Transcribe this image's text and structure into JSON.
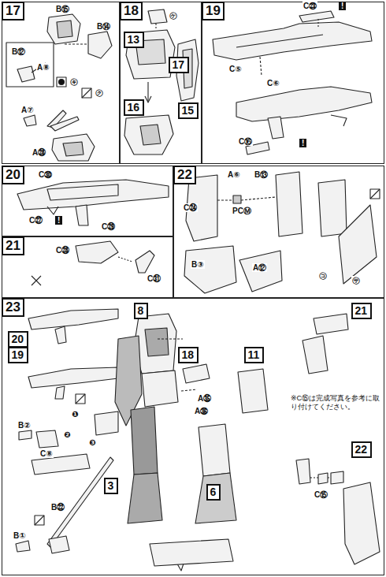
{
  "diagram": {
    "nodes": [
      {
        "text": [
          "17"
        ]
      },
      {
        "text": [
          "18"
        ]
      },
      {
        "text": [
          "13"
        ],
        "in": 1
      },
      {
        "text": [
          "17"
        ],
        "in": 1
      },
      {
        "text": [
          "16"
        ],
        "in": 1
      },
      {
        "text": [
          "15"
        ],
        "in": 1
      },
      {
        "text": [
          "19"
        ]
      },
      {
        "text": [
          "20"
        ]
      },
      {
        "text": [
          "22"
        ]
      },
      {
        "text": [
          "21"
        ]
      },
      {
        "text": [
          "23"
        ]
      },
      {
        "text": [
          "20"
        ],
        "in": 10
      },
      {
        "text": [
          "19"
        ],
        "in": 10
      },
      {
        "text": [
          "8"
        ],
        "in": 10
      },
      {
        "text": [
          "18"
        ],
        "in": 10
      },
      {
        "text": [
          "11"
        ],
        "in": 10
      },
      {
        "text": [
          "3"
        ],
        "in": 10
      },
      {
        "text": [
          "6"
        ],
        "in": 10
      },
      {
        "text": [
          "21"
        ],
        "in": 10
      },
      {
        "text": [
          "22"
        ],
        "in": 10
      }
    ],
    "labels": [
      "B⑮",
      "B⑭",
      "B⑫",
      "A⑧",
      "㋖",
      "A⑦",
      "A㉘",
      "㋗",
      "㋘",
      "C㉓",
      "!",
      "C⑤",
      "C⑥",
      "C⑯",
      "!",
      "C㉚",
      "C㉗",
      "!",
      "C㉙",
      "C㉘",
      "C㉛",
      "A⑥",
      "B⑬",
      "C㉔",
      "PCⓂ",
      "B③",
      "A⑫",
      "㋙",
      "㋚",
      "B②",
      "C⑧",
      "❶",
      "❷",
      "❸",
      "B①",
      "B㉒",
      "A㉟",
      "A㊱",
      "※C⑮は完成写真を参考に取り付けてください。",
      "C⑮"
    ]
  }
}
